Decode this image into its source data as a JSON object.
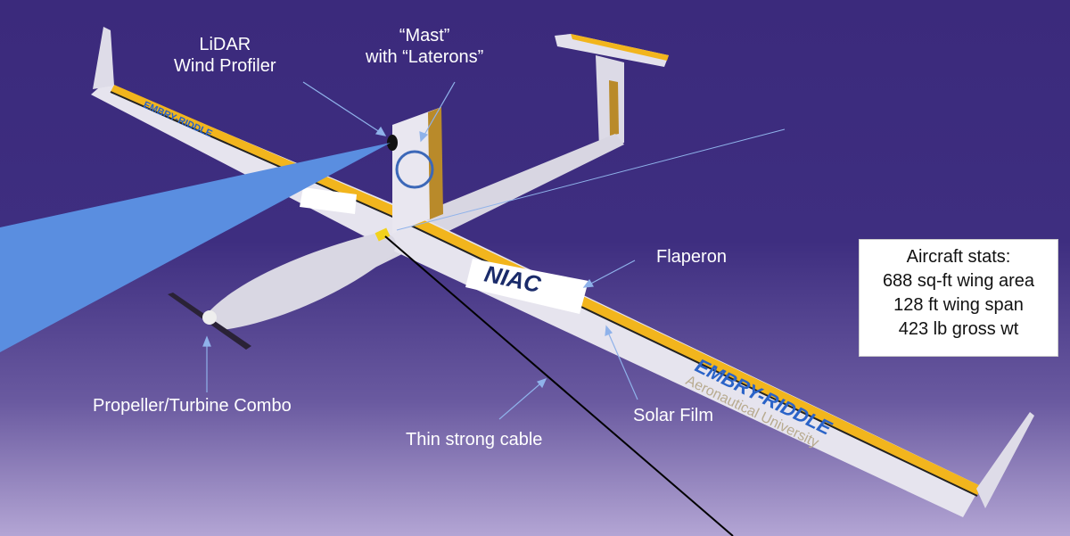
{
  "labels": {
    "lidar": [
      "LiDAR",
      "Wind Profiler"
    ],
    "mast": [
      "“Mast”",
      "with “Laterons”"
    ],
    "flaperon": "Flaperon",
    "propeller": "Propeller/Turbine Combo",
    "cable": "Thin strong cable",
    "solar": "Solar Film"
  },
  "stats": {
    "title": "Aircraft stats:",
    "lines": [
      "688 sq-ft wing area",
      "128 ft wing span",
      "423 lb gross wt"
    ]
  },
  "logos": {
    "wing": [
      "EMBRY-RIDDLE",
      "Aeronautical University"
    ],
    "nac": "NIAC"
  },
  "colors": {
    "wing": "#e6e4ee",
    "flaperon": "#f2b51d",
    "beam": "#5a8ee0",
    "arrow": "#8fb2ea",
    "background_top": "#3b2a7c"
  }
}
